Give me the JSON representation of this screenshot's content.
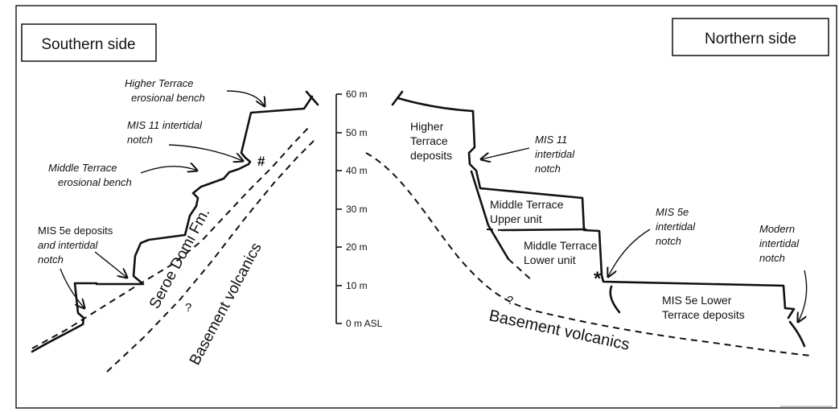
{
  "headers": {
    "south": "Southern side",
    "north": "Northern side"
  },
  "scale": {
    "ticks": [
      "60 m",
      "50 m",
      "40 m",
      "30 m",
      "20 m",
      "10 m",
      "0 m ASL"
    ]
  },
  "south_labels": {
    "higher_terrace": [
      "Higher Terrace",
      "erosional bench"
    ],
    "mis11_notch": [
      "MIS 11 intertidal",
      "notch"
    ],
    "middle_terrace": [
      "Middle Terrace",
      "erosional bench"
    ],
    "mis5e_deposits": [
      "MIS 5e deposits",
      "and intertidal",
      "notch"
    ],
    "hash_mark": "#",
    "seroe_domi": "Seroe Domi Fm.",
    "basement": "Basement volcanics",
    "question": "?"
  },
  "north_labels": {
    "higher_terrace_deposits": [
      "Higher",
      "Terrace",
      "deposits"
    ],
    "mis11_notch": [
      "MIS 11",
      "intertidal",
      "notch"
    ],
    "middle_upper": [
      "Middle Terrace",
      "Upper unit"
    ],
    "middle_lower": [
      "Middle Terrace",
      "Lower unit"
    ],
    "mis5e_notch": [
      "MIS 5e",
      "intertidal",
      "notch"
    ],
    "modern_notch": [
      "Modern",
      "intertidal",
      "notch"
    ],
    "mis5e_lower": [
      "MIS 5e Lower",
      "Terrace deposits"
    ],
    "star_mark": "*",
    "basement": "Basement volcanics",
    "question": "?"
  }
}
